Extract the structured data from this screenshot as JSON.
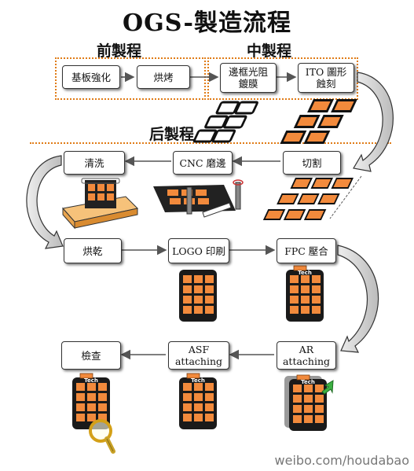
{
  "title": "OGS-製造流程",
  "sections": {
    "front": "前製程",
    "middle": "中製程",
    "back": "后製程"
  },
  "steps": {
    "s1": "基板強化",
    "s2": "烘烤",
    "s3": "邊框光阻\n鍍膜",
    "s4": "ITO 圖形\n蝕刻",
    "s5": "切割",
    "s6": "CNC 磨邊",
    "s7": "清洗",
    "s8": "烘乾",
    "s9": "LOGO 印刷",
    "s10": "FPC 壓合",
    "s11": "AR\nattaching",
    "s12": "ASF\nattaching",
    "s13": "檢查"
  },
  "device_label": "Tech",
  "watermark": "weibo.com/houdabao",
  "colors": {
    "dashed_border": "#e07b16",
    "cell_orange": "#f28a3c",
    "device_body": "#1a1a1a",
    "tray_fill": "#f6c27a"
  }
}
